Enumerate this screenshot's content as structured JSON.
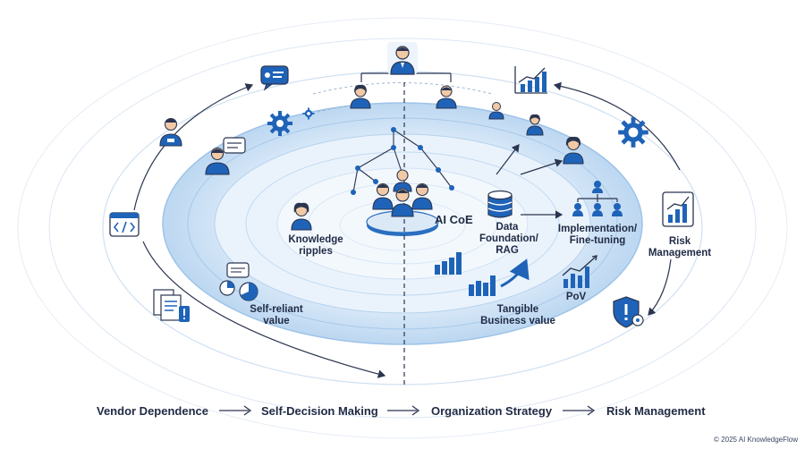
{
  "center": {
    "title": "AI CoE"
  },
  "labels": {
    "knowledge": [
      "Knowledge",
      "ripples"
    ],
    "data": [
      "Data",
      "Foundation/",
      "RAG"
    ],
    "implementation": [
      "Implementation/",
      "Fine-tuning"
    ],
    "risk": [
      "Risk",
      "Management"
    ],
    "self_reliant": [
      "Self-reliant",
      "value"
    ],
    "tangible": [
      "Tangible",
      "Business value"
    ],
    "pov": "PoV"
  },
  "flow": [
    "Vendor Dependence",
    "Self-Decision Making",
    "Organization Strategy",
    "Risk Management"
  ],
  "copyright": "© 2025 AI KnowledgeFlow",
  "colors": {
    "primary": "#1e63b8",
    "light": "#d8e8f8",
    "dark": "#1f2a44"
  },
  "icons": [
    "chat-icon",
    "person-icon",
    "code-icon",
    "document-icon",
    "pie-chart-icon",
    "gear-icon",
    "line-chart-icon",
    "org-chart-icon",
    "shield-icon",
    "database-icon",
    "bar-chart-icon"
  ]
}
